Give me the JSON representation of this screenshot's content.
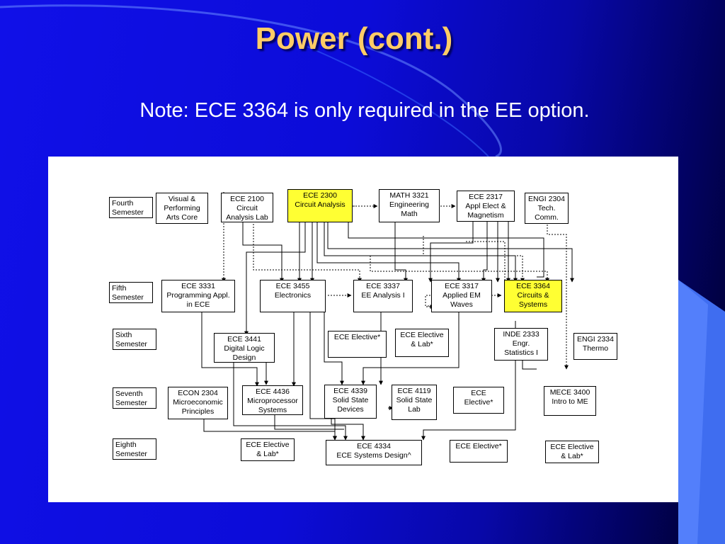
{
  "slide": {
    "title": "Power (cont.)",
    "note": "Note: ECE 3364 is only required in the EE option."
  },
  "semesters": {
    "fourth": "Fourth\nSemester",
    "fifth": "Fifth\nSemester",
    "sixth": "Sixth\nSemester",
    "seventh": "Seventh\nSemester",
    "eighth": "Eighth\nSemester"
  },
  "courses": {
    "visual_arts": "Visual &\nPerforming\nArts Core",
    "ece2100": "ECE 2100\nCircuit\nAnalysis Lab",
    "ece2300": "ECE 2300\nCircuit Analysis",
    "math3321": "MATH 3321\nEngineering\nMath",
    "ece2317": "ECE 2317\nAppl Elect &\nMagnetism",
    "engi2304": "ENGI 2304\nTech.\nComm.",
    "ece3331": "ECE 3331\nProgramming Appl.\nin ECE",
    "ece3455": "ECE 3455\nElectronics",
    "ece3337": "ECE 3337\nEE Analysis I",
    "ece3317": "ECE 3317\nApplied EM\nWaves",
    "ece3364": "ECE 3364\nCircuits &\nSystems",
    "ece3441": "ECE 3441\nDigital Logic\nDesign",
    "ece_elective_6": "ECE Elective*",
    "ece_elective_lab_6": "ECE Elective\n& Lab*",
    "inde2333": "INDE 2333\nEngr.\nStatistics I",
    "engi2334": "ENGI 2334\nThermo",
    "econ2304": "ECON 2304\nMicroeconomic\nPrinciples",
    "ece4436": "ECE 4436\nMicroprocessor\nSystems",
    "ece4339": "ECE 4339\nSolid State\nDevices",
    "ece4119": "ECE 4119\nSolid State\nLab",
    "ece_elective_7": "ECE\nElective*",
    "mece3400": "MECE 3400\nIntro to ME",
    "ece_elective_lab_8a": "ECE Elective\n& Lab*",
    "ece4334": "ECE 4334\nECE Systems Design^",
    "ece_elective_8": "ECE Elective*",
    "ece_elective_lab_8b": "ECE Elective\n& Lab*"
  },
  "colors": {
    "highlight": "#ffff33",
    "title": "#ffcc66"
  }
}
